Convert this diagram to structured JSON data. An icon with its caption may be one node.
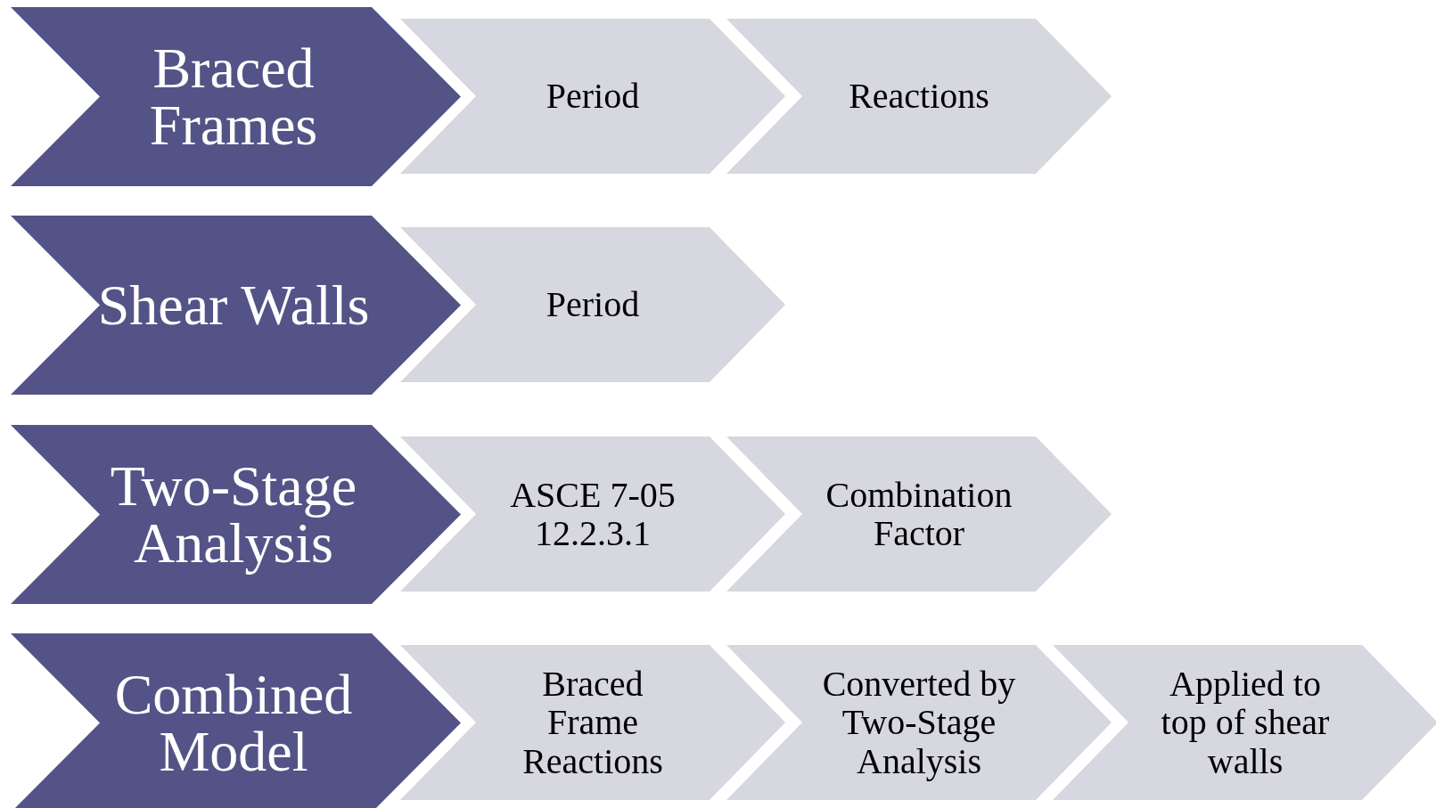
{
  "diagram": {
    "nodes": [
      {
        "text": [
          "Braced Frames"
        ]
      },
      {
        "text": [
          "Period"
        ]
      },
      {
        "text": [
          "Reactions"
        ]
      },
      {
        "text": [
          "Shear Walls"
        ]
      },
      {
        "text": [
          "Period"
        ]
      },
      {
        "text": [
          "Two-Stage Analysis"
        ]
      },
      {
        "text": [
          "ASCE 7-05 12.2.3.1"
        ]
      },
      {
        "text": [
          "Combination Factor"
        ]
      },
      {
        "text": [
          "Combined Model"
        ]
      },
      {
        "text": [
          "Braced Frame Reactions"
        ]
      },
      {
        "text": [
          "Converted by Two-Stage Analysis"
        ]
      },
      {
        "text": [
          "Applied to top of shear walls"
        ]
      }
    ]
  }
}
